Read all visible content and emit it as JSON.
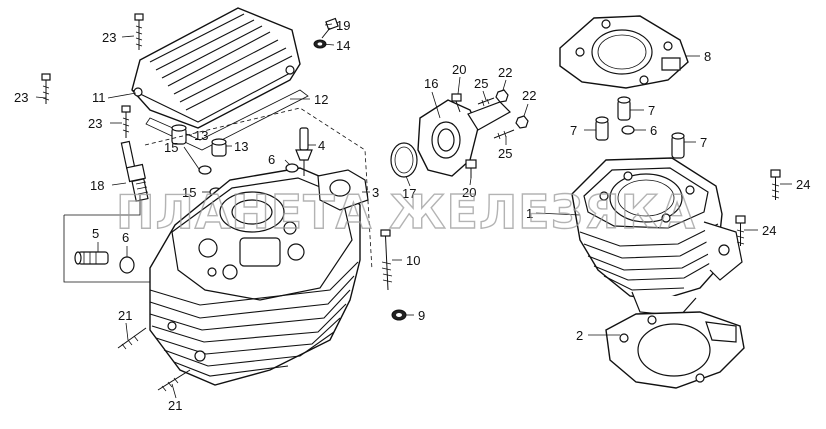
{
  "watermark": "ПЛАНЕТА ЖЕЛЕЗЯКА",
  "callouts": {
    "c19": "19",
    "c23a": "23",
    "c14": "14",
    "c23b": "23",
    "c11": "11",
    "c12": "12",
    "c23c": "23",
    "c13a": "13",
    "c13b": "13",
    "c15a": "15",
    "c15b": "15",
    "c4": "4",
    "c6a": "6",
    "c3": "3",
    "c18": "18",
    "c5": "5",
    "c6b": "6",
    "c10": "10",
    "c9": "9",
    "c21a": "21",
    "c21b": "21",
    "c16": "16",
    "c20a": "20",
    "c25a": "25",
    "c22a": "22",
    "c22b": "22",
    "c25b": "25",
    "c17": "17",
    "c20b": "20",
    "c8": "8",
    "c7a": "7",
    "c7b": "7",
    "c6c": "6",
    "c7c": "7",
    "c1": "1",
    "c24a": "24",
    "c24b": "24",
    "c2": "2"
  }
}
